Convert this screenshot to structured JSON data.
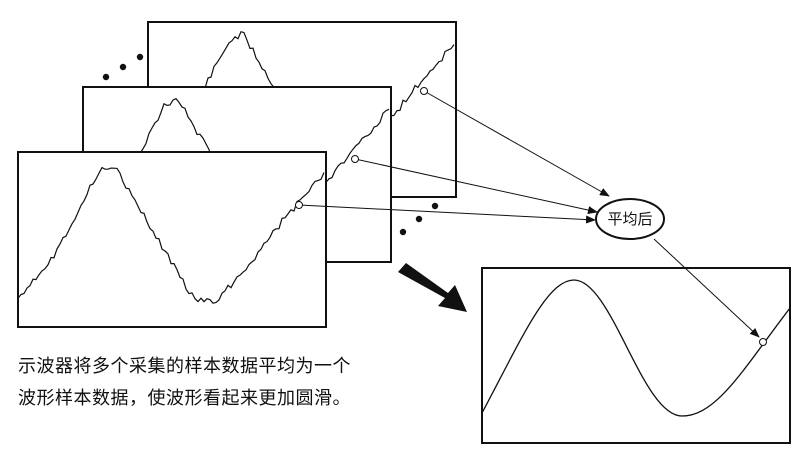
{
  "average_label": "平均后",
  "caption": {
    "line1": "示波器将多个采集的样本数据平均为一个",
    "line2": "波形样本数据，使波形看起来更加圆滑。"
  },
  "colors": {
    "stroke": "#111111",
    "background": "#ffffff",
    "arrow": "#111111"
  }
}
